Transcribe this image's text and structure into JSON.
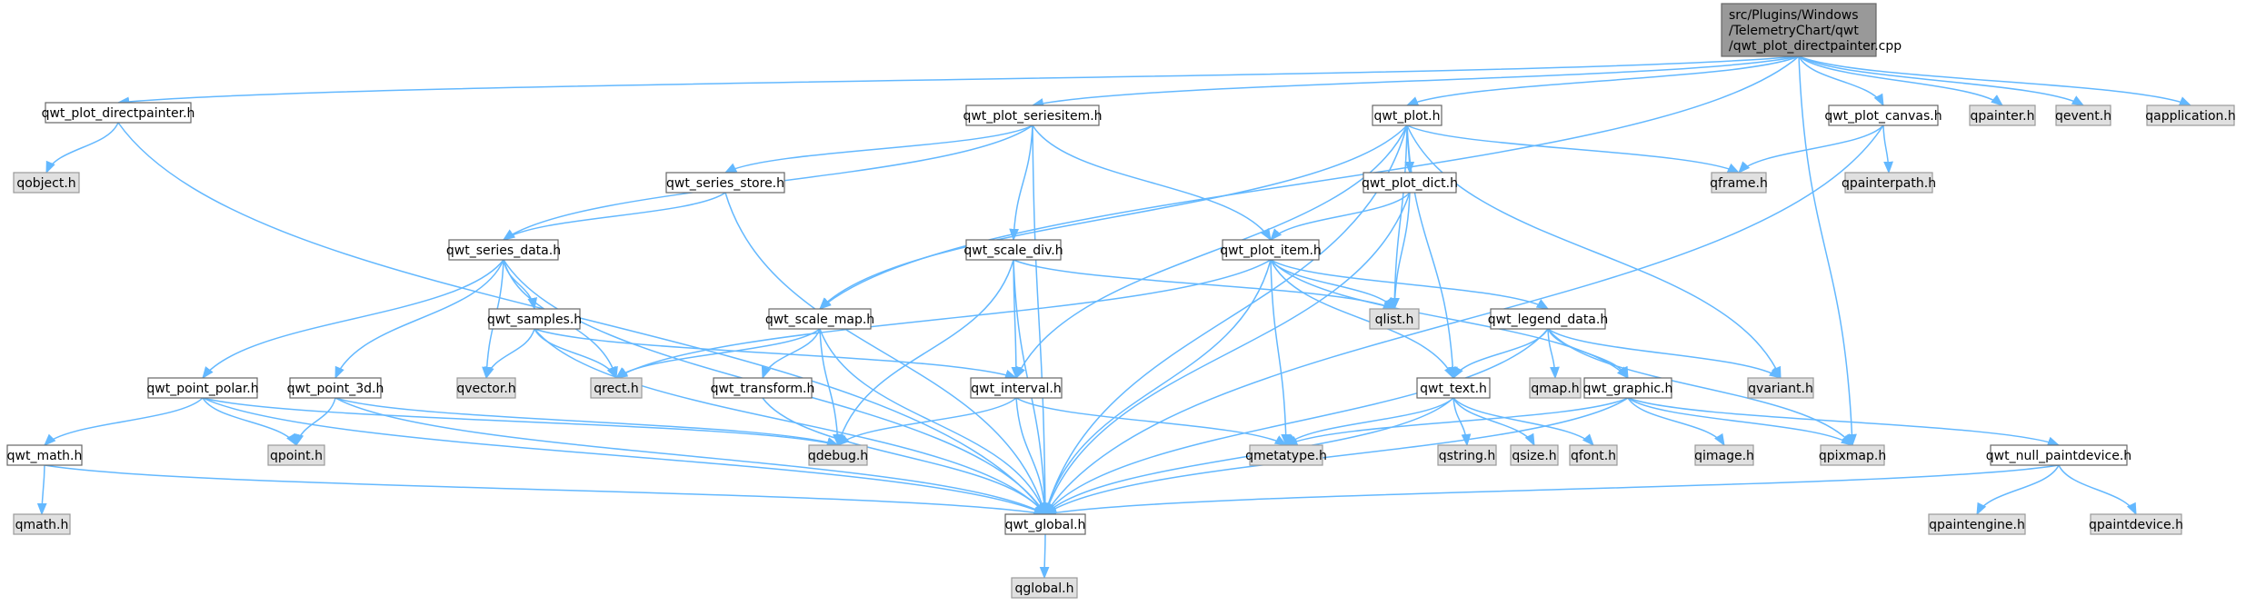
{
  "colors": {
    "edge": "#63b8ff",
    "root_fill": "#999999",
    "root_border": "#666666",
    "local_fill": "#ffffff",
    "local_border": "#666666",
    "system_fill": "#e0e0e0",
    "system_border": "#999999"
  },
  "nodes": [
    {
      "id": "root",
      "label": "src/Plugins/Windows\n/TelemetryChart/qwt\n/qwt_plot_directpainter.cpp",
      "kind": "root"
    },
    {
      "id": "qwt_plot_directpainter_h",
      "label": "qwt_plot_directpainter.h",
      "kind": "local"
    },
    {
      "id": "qobject_h",
      "label": "qobject.h",
      "kind": "system"
    },
    {
      "id": "qwt_plot_seriesitem_h",
      "label": "qwt_plot_seriesitem.h",
      "kind": "local"
    },
    {
      "id": "qwt_plot_h",
      "label": "qwt_plot.h",
      "kind": "local"
    },
    {
      "id": "qwt_plot_canvas_h",
      "label": "qwt_plot_canvas.h",
      "kind": "local"
    },
    {
      "id": "qpainter_h",
      "label": "qpainter.h",
      "kind": "system"
    },
    {
      "id": "qevent_h",
      "label": "qevent.h",
      "kind": "system"
    },
    {
      "id": "qapplication_h",
      "label": "qapplication.h",
      "kind": "system"
    },
    {
      "id": "qwt_series_store_h",
      "label": "qwt_series_store.h",
      "kind": "local"
    },
    {
      "id": "qwt_plot_dict_h",
      "label": "qwt_plot_dict.h",
      "kind": "local"
    },
    {
      "id": "qframe_h",
      "label": "qframe.h",
      "kind": "system"
    },
    {
      "id": "qpainterpath_h",
      "label": "qpainterpath.h",
      "kind": "system"
    },
    {
      "id": "qwt_series_data_h",
      "label": "qwt_series_data.h",
      "kind": "local"
    },
    {
      "id": "qwt_scale_div_h",
      "label": "qwt_scale_div.h",
      "kind": "local"
    },
    {
      "id": "qwt_plot_item_h",
      "label": "qwt_plot_item.h",
      "kind": "local"
    },
    {
      "id": "qwt_samples_h",
      "label": "qwt_samples.h",
      "kind": "local"
    },
    {
      "id": "qwt_scale_map_h",
      "label": "qwt_scale_map.h",
      "kind": "local"
    },
    {
      "id": "qlist_h",
      "label": "qlist.h",
      "kind": "system"
    },
    {
      "id": "qwt_legend_data_h",
      "label": "qwt_legend_data.h",
      "kind": "local"
    },
    {
      "id": "qwt_point_polar_h",
      "label": "qwt_point_polar.h",
      "kind": "local"
    },
    {
      "id": "qwt_point_3d_h",
      "label": "qwt_point_3d.h",
      "kind": "local"
    },
    {
      "id": "qvector_h",
      "label": "qvector.h",
      "kind": "system"
    },
    {
      "id": "qrect_h",
      "label": "qrect.h",
      "kind": "system"
    },
    {
      "id": "qwt_transform_h",
      "label": "qwt_transform.h",
      "kind": "local"
    },
    {
      "id": "qwt_interval_h",
      "label": "qwt_interval.h",
      "kind": "local"
    },
    {
      "id": "qwt_text_h",
      "label": "qwt_text.h",
      "kind": "local"
    },
    {
      "id": "qmap_h",
      "label": "qmap.h",
      "kind": "system"
    },
    {
      "id": "qwt_graphic_h",
      "label": "qwt_graphic.h",
      "kind": "local"
    },
    {
      "id": "qvariant_h",
      "label": "qvariant.h",
      "kind": "system"
    },
    {
      "id": "qwt_math_h",
      "label": "qwt_math.h",
      "kind": "local"
    },
    {
      "id": "qpoint_h",
      "label": "qpoint.h",
      "kind": "system"
    },
    {
      "id": "qdebug_h",
      "label": "qdebug.h",
      "kind": "system"
    },
    {
      "id": "qmetatype_h",
      "label": "qmetatype.h",
      "kind": "system"
    },
    {
      "id": "qstring_h",
      "label": "qstring.h",
      "kind": "system"
    },
    {
      "id": "qsize_h",
      "label": "qsize.h",
      "kind": "system"
    },
    {
      "id": "qfont_h",
      "label": "qfont.h",
      "kind": "system"
    },
    {
      "id": "qimage_h",
      "label": "qimage.h",
      "kind": "system"
    },
    {
      "id": "qpixmap_h",
      "label": "qpixmap.h",
      "kind": "system"
    },
    {
      "id": "qwt_null_paintdevice_h",
      "label": "qwt_null_paintdevice.h",
      "kind": "local"
    },
    {
      "id": "qmath_h",
      "label": "qmath.h",
      "kind": "system"
    },
    {
      "id": "qwt_global_h",
      "label": "qwt_global.h",
      "kind": "local"
    },
    {
      "id": "qpaintengine_h",
      "label": "qpaintengine.h",
      "kind": "system"
    },
    {
      "id": "qpaintdevice_h",
      "label": "qpaintdevice.h",
      "kind": "system"
    },
    {
      "id": "qglobal_h",
      "label": "qglobal.h",
      "kind": "system"
    }
  ],
  "edges": [
    [
      "root",
      "qwt_plot_directpainter_h"
    ],
    [
      "root",
      "qwt_plot_seriesitem_h"
    ],
    [
      "root",
      "qwt_plot_h"
    ],
    [
      "root",
      "qwt_plot_canvas_h"
    ],
    [
      "root",
      "qpainter_h"
    ],
    [
      "root",
      "qevent_h"
    ],
    [
      "root",
      "qapplication_h"
    ],
    [
      "root",
      "qwt_scale_map_h"
    ],
    [
      "root",
      "qpixmap_h"
    ],
    [
      "qwt_plot_directpainter_h",
      "qobject_h"
    ],
    [
      "qwt_plot_directpainter_h",
      "qwt_global_h"
    ],
    [
      "qwt_plot_seriesitem_h",
      "qwt_series_store_h"
    ],
    [
      "qwt_plot_seriesitem_h",
      "qwt_series_data_h"
    ],
    [
      "qwt_plot_seriesitem_h",
      "qwt_scale_div_h"
    ],
    [
      "qwt_plot_seriesitem_h",
      "qwt_plot_item_h"
    ],
    [
      "qwt_plot_seriesitem_h",
      "qwt_global_h"
    ],
    [
      "qwt_plot_h",
      "qwt_plot_dict_h"
    ],
    [
      "qwt_plot_h",
      "qframe_h"
    ],
    [
      "qwt_plot_h",
      "qlist_h"
    ],
    [
      "qwt_plot_h",
      "qwt_scale_map_h"
    ],
    [
      "qwt_plot_h",
      "qwt_interval_h"
    ],
    [
      "qwt_plot_h",
      "qwt_text_h"
    ],
    [
      "qwt_plot_h",
      "qvariant_h"
    ],
    [
      "qwt_plot_h",
      "qwt_global_h"
    ],
    [
      "qwt_plot_canvas_h",
      "qframe_h"
    ],
    [
      "qwt_plot_canvas_h",
      "qpainterpath_h"
    ],
    [
      "qwt_plot_canvas_h",
      "qwt_global_h"
    ],
    [
      "qwt_series_store_h",
      "qwt_series_data_h"
    ],
    [
      "qwt_series_store_h",
      "qwt_global_h"
    ],
    [
      "qwt_plot_dict_h",
      "qwt_plot_item_h"
    ],
    [
      "qwt_plot_dict_h",
      "qlist_h"
    ],
    [
      "qwt_plot_dict_h",
      "qwt_global_h"
    ],
    [
      "qwt_series_data_h",
      "qwt_samples_h"
    ],
    [
      "qwt_series_data_h",
      "qwt_point_polar_h"
    ],
    [
      "qwt_series_data_h",
      "qwt_point_3d_h"
    ],
    [
      "qwt_series_data_h",
      "qvector_h"
    ],
    [
      "qwt_series_data_h",
      "qrect_h"
    ],
    [
      "qwt_series_data_h",
      "qwt_global_h"
    ],
    [
      "qwt_scale_div_h",
      "qwt_interval_h"
    ],
    [
      "qwt_scale_div_h",
      "qlist_h"
    ],
    [
      "qwt_scale_div_h",
      "qdebug_h"
    ],
    [
      "qwt_scale_div_h",
      "qwt_global_h"
    ],
    [
      "qwt_plot_item_h",
      "qwt_legend_data_h"
    ],
    [
      "qwt_plot_item_h",
      "qwt_text_h"
    ],
    [
      "qwt_plot_item_h",
      "qwt_graphic_h"
    ],
    [
      "qwt_plot_item_h",
      "qlist_h"
    ],
    [
      "qwt_plot_item_h",
      "qrect_h"
    ],
    [
      "qwt_plot_item_h",
      "qmetatype_h"
    ],
    [
      "qwt_plot_item_h",
      "qwt_global_h"
    ],
    [
      "qwt_samples_h",
      "qwt_interval_h"
    ],
    [
      "qwt_samples_h",
      "qvector_h"
    ],
    [
      "qwt_samples_h",
      "qrect_h"
    ],
    [
      "qwt_samples_h",
      "qwt_global_h"
    ],
    [
      "qwt_scale_map_h",
      "qwt_transform_h"
    ],
    [
      "qwt_scale_map_h",
      "qrect_h"
    ],
    [
      "qwt_scale_map_h",
      "qdebug_h"
    ],
    [
      "qwt_scale_map_h",
      "qwt_global_h"
    ],
    [
      "qwt_legend_data_h",
      "qwt_text_h"
    ],
    [
      "qwt_legend_data_h",
      "qwt_graphic_h"
    ],
    [
      "qwt_legend_data_h",
      "qmap_h"
    ],
    [
      "qwt_legend_data_h",
      "qvariant_h"
    ],
    [
      "qwt_legend_data_h",
      "qpixmap_h"
    ],
    [
      "qwt_legend_data_h",
      "qwt_global_h"
    ],
    [
      "qwt_point_polar_h",
      "qwt_math_h"
    ],
    [
      "qwt_point_polar_h",
      "qpoint_h"
    ],
    [
      "qwt_point_polar_h",
      "qdebug_h"
    ],
    [
      "qwt_point_polar_h",
      "qwt_global_h"
    ],
    [
      "qwt_point_3d_h",
      "qpoint_h"
    ],
    [
      "qwt_point_3d_h",
      "qdebug_h"
    ],
    [
      "qwt_point_3d_h",
      "qwt_global_h"
    ],
    [
      "qwt_transform_h",
      "qwt_global_h"
    ],
    [
      "qwt_interval_h",
      "qmetatype_h"
    ],
    [
      "qwt_interval_h",
      "qdebug_h"
    ],
    [
      "qwt_interval_h",
      "qwt_global_h"
    ],
    [
      "qwt_text_h",
      "qmetatype_h"
    ],
    [
      "qwt_text_h",
      "qstring_h"
    ],
    [
      "qwt_text_h",
      "qsize_h"
    ],
    [
      "qwt_text_h",
      "qfont_h"
    ],
    [
      "qwt_text_h",
      "qwt_global_h"
    ],
    [
      "qwt_graphic_h",
      "qmetatype_h"
    ],
    [
      "qwt_graphic_h",
      "qimage_h"
    ],
    [
      "qwt_graphic_h",
      "qpixmap_h"
    ],
    [
      "qwt_graphic_h",
      "qwt_null_paintdevice_h"
    ],
    [
      "qwt_graphic_h",
      "qwt_global_h"
    ],
    [
      "qwt_math_h",
      "qmath_h"
    ],
    [
      "qwt_math_h",
      "qwt_global_h"
    ],
    [
      "qwt_null_paintdevice_h",
      "qpaintengine_h"
    ],
    [
      "qwt_null_paintdevice_h",
      "qpaintdevice_h"
    ],
    [
      "qwt_null_paintdevice_h",
      "qwt_global_h"
    ],
    [
      "qwt_global_h",
      "qglobal_h"
    ]
  ]
}
